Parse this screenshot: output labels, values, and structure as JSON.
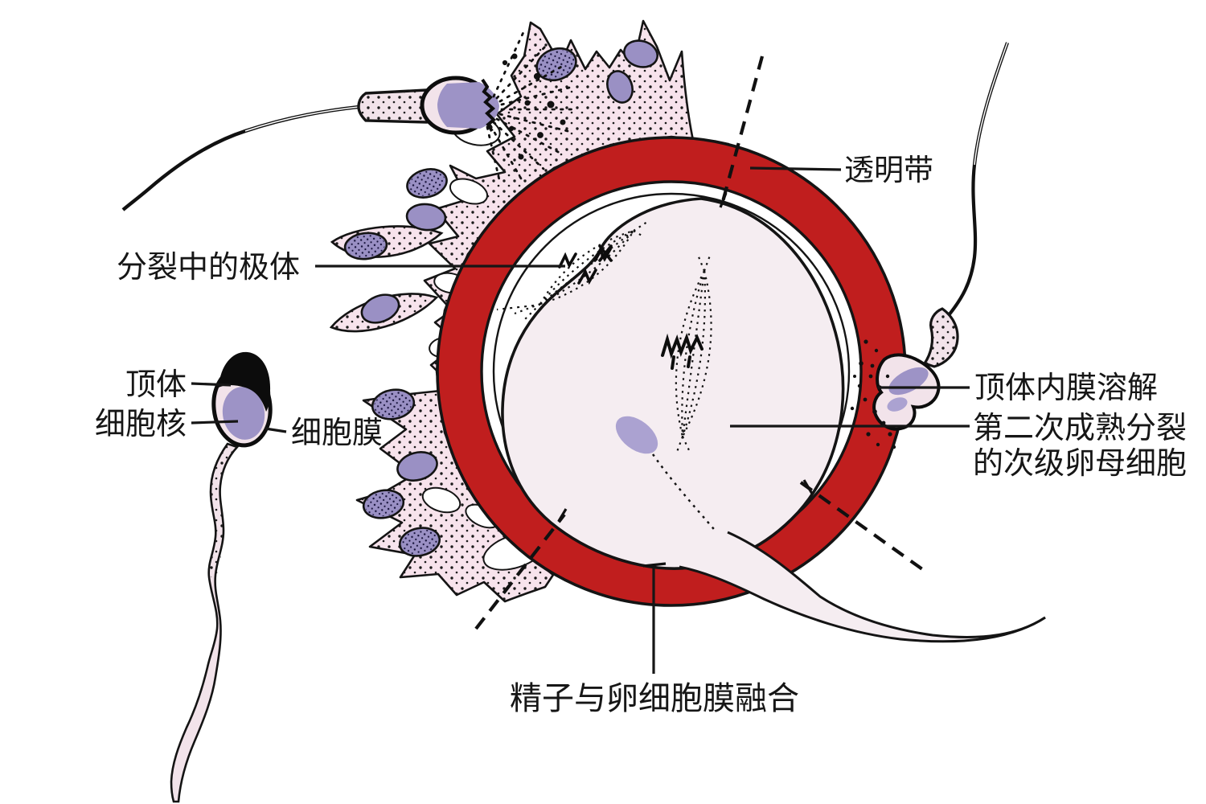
{
  "diagram": {
    "type": "fertilization-oocyte-diagram",
    "labels": {
      "zona_pellucida": "透明带",
      "dividing_polar_body": "分裂中的极体",
      "acrosome": "顶体",
      "cell_nucleus": "细胞核",
      "cell_membrane": "细胞膜",
      "acrosome_inner_membrane_dissolve": "顶体内膜溶解",
      "secondary_oocyte_line1": "第二次成熟分裂",
      "secondary_oocyte_line2": "的次级卵母细胞",
      "sperm_egg_membrane_fusion": "精子与卵细胞膜融合"
    }
  },
  "colors": {
    "zona_red": "#C01E1E",
    "corona_pink": "#F7E3EC",
    "nucleus_purple": "#9A90C4",
    "egg_fill": "#F5EDF1",
    "sperm_pale": "#F2E3EA",
    "sperm_nucleus": "#9D93C6",
    "inner_sperm_purple": "#ABA2D1",
    "outline": "#141414"
  }
}
